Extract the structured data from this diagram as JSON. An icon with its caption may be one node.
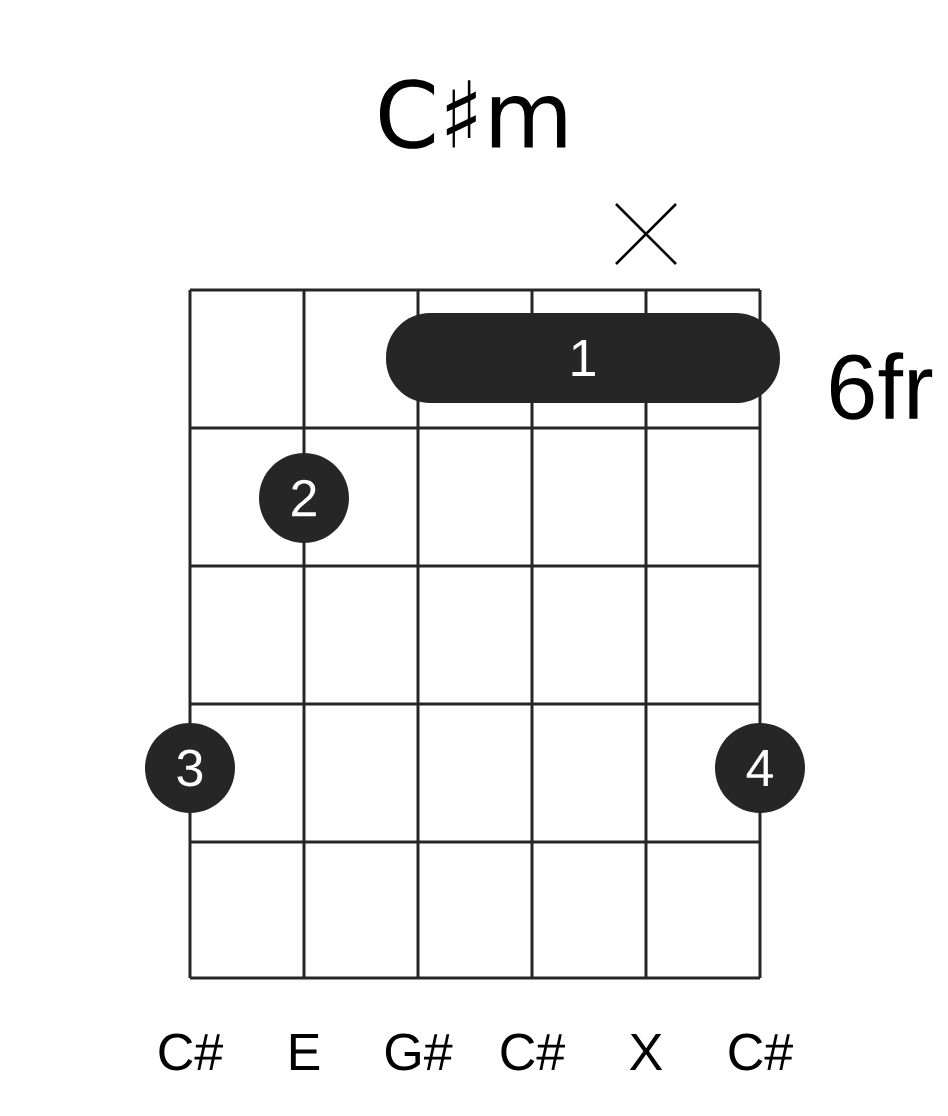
{
  "diagram": {
    "title": "C♯m",
    "nodes": [
      {
        "text": [
          "1"
        ]
      },
      {
        "text": [
          "2"
        ]
      },
      {
        "text": [
          "3"
        ]
      },
      {
        "text": [
          "4"
        ]
      }
    ],
    "labels": [
      "6fr",
      "C#",
      "E",
      "G#",
      "C#",
      "X",
      "C#"
    ]
  }
}
